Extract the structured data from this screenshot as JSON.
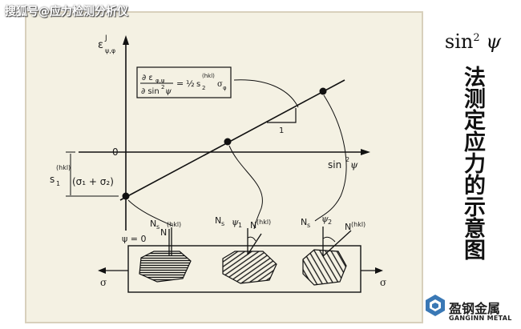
{
  "watermark": "搜狐号@应力检测分析仪",
  "formula_title": {
    "base": "sin",
    "exp": "2",
    "var": "ψ"
  },
  "vertical_title": "法测定应力的示意图",
  "diagram": {
    "y_axis_label": "ε",
    "y_axis_sup": "J",
    "y_axis_sub": "ψ,φ",
    "origin_label": "0",
    "x_axis_label": "sin",
    "x_axis_exp": "2",
    "x_axis_var": "ψ",
    "intercept_prefix": "s",
    "intercept_sub": "1",
    "intercept_sup": "(hkl)",
    "intercept_expr": "(σ₁ + σ₂)",
    "slope_num": "∂ ε",
    "slope_num_sub": "φ,ψ",
    "slope_den": "∂ sin",
    "slope_den_exp": "2",
    "slope_den_var": "ψ",
    "slope_rhs_eq": "=",
    "slope_rhs_half": "½",
    "slope_rhs_s": "s",
    "slope_rhs_sub": "2",
    "slope_rhs_sup": "(hkl)",
    "slope_rhs_sigma": "σ",
    "slope_rhs_sigma_sub": "φ",
    "triangle_label": "1",
    "psi_zero_label": "ψ = 0",
    "grain1_ns": "N",
    "grain1_ns_sub": "s",
    "grain1_n": "N",
    "grain1_n_sup": "(hkl)",
    "grain2_ns": "N",
    "grain2_ns_sub": "s",
    "grain2_psi": "ψ",
    "grain2_psi_sub": "1",
    "grain2_n": "N",
    "grain2_n_sup": "(hkl)",
    "grain3_ns": "N",
    "grain3_ns_sub": "s",
    "grain3_psi": "ψ",
    "grain3_psi_sub": "2",
    "grain3_n": "N",
    "grain3_n_sup": "(hkl)",
    "sigma_left": "σ",
    "sigma_right": "σ"
  },
  "logo": {
    "name_cn": "盈钢金属",
    "name_en": "GANGINN METAL",
    "color": "#3a78b5"
  }
}
